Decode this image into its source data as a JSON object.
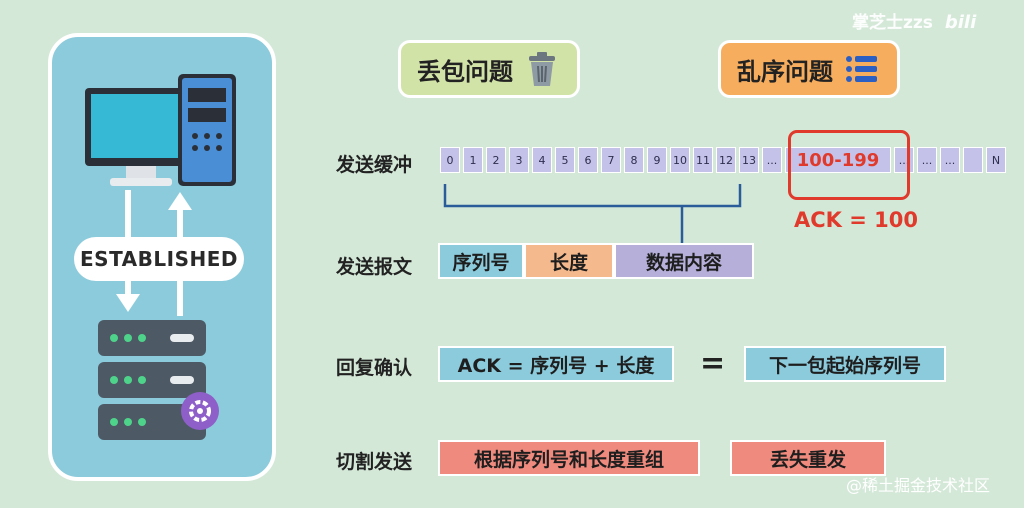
{
  "watermark": "掌芝士zzs",
  "footer": "@稀土掘金技术社区",
  "left_card": {
    "state": "ESTABLISHED"
  },
  "headers": {
    "loss": "丢包问题",
    "disorder": "乱序问题"
  },
  "rows": {
    "buffer": "发送缓冲",
    "message": "发送报文",
    "confirm": "回复确认",
    "split": "切割发送"
  },
  "buffer": {
    "cells": [
      "0",
      "1",
      "2",
      "3",
      "4",
      "5",
      "6",
      "7",
      "8",
      "9",
      "10",
      "11",
      "12",
      "13",
      "..."
    ],
    "range": "100-199",
    "tail_cells": [
      "...",
      "...",
      "..."
    ],
    "end_cell": "N",
    "ack": "ACK = 100"
  },
  "message_fields": {
    "seq": "序列号",
    "len": "长度",
    "data": "数据内容"
  },
  "confirm": {
    "formula": "ACK = 序列号 + 长度",
    "eq": "=",
    "result": "下一包起始序列号"
  },
  "split": {
    "reassemble": "根据序列号和长度重组",
    "resend": "丢失重发"
  },
  "colors": {
    "bg": "#d4e8d8",
    "card": "#8ccbdc",
    "loss_hdr": "#d2e3a8",
    "disorder_hdr": "#f7ad5e",
    "blue_box": "#8ccbdc",
    "orange_box": "#f4b98d",
    "purple_box": "#b5afda",
    "red_box": "#ee8a7e",
    "highlight": "#e03a2c"
  }
}
